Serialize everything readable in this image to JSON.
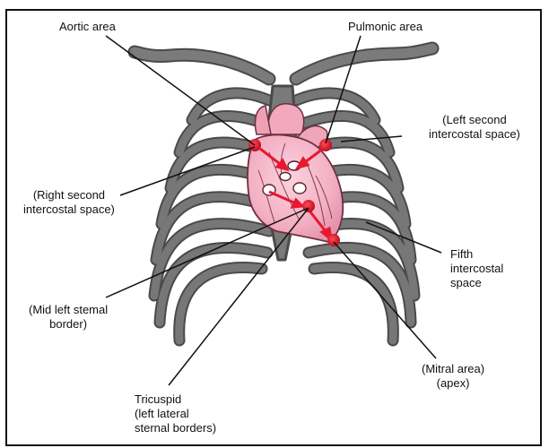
{
  "colors": {
    "rib": "#6f6f6f",
    "rib_edge": "#4a4a4a",
    "heart": "#f4b6c8",
    "heart_edge": "#6e3040",
    "marker": "#e8182e",
    "arrow": "#e8182e",
    "valve": "#ffffff",
    "leader": "#111111",
    "frame": "#111111"
  },
  "labels": {
    "aortic": "Aortic area",
    "pulmonic": "Pulmonic area",
    "left_second_1": "(Left second",
    "left_second_2": "intercostal space)",
    "right_second_1": "(Right second",
    "right_second_2": "intercostal space)",
    "fifth_1": "Fifth",
    "fifth_2": "intercostal",
    "fifth_3": "space",
    "mid_left_1": "(Mid left stemal",
    "mid_left_2": "border)",
    "mitral_1": "(Mitral area)",
    "mitral_2": "(apex)",
    "tricuspid_1": "Tricuspid",
    "tricuspid_2": "(left lateral",
    "tricuspid_3": "sternal borders)"
  }
}
